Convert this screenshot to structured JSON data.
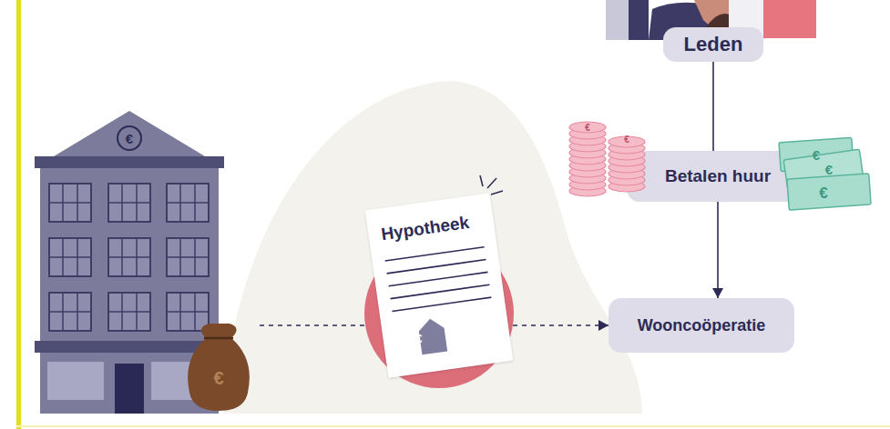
{
  "diagram": {
    "nodes": [
      {
        "text": [
          "Leden"
        ]
      },
      {
        "text": [
          "Betalen huur"
        ]
      },
      {
        "text": [
          "Hypotheek"
        ]
      },
      {
        "text": [
          "Wooncoöperatie"
        ]
      }
    ],
    "edges": [
      {
        "from": 0,
        "to": 1,
        "arrow": "none"
      },
      {
        "from": 1,
        "to": 3,
        "arrow": "to"
      },
      {
        "from": 2,
        "to": 3,
        "arrow": "to"
      }
    ],
    "labels": [
      "€",
      "€",
      "€",
      "€",
      "€",
      "€",
      "€",
      "€"
    ]
  }
}
